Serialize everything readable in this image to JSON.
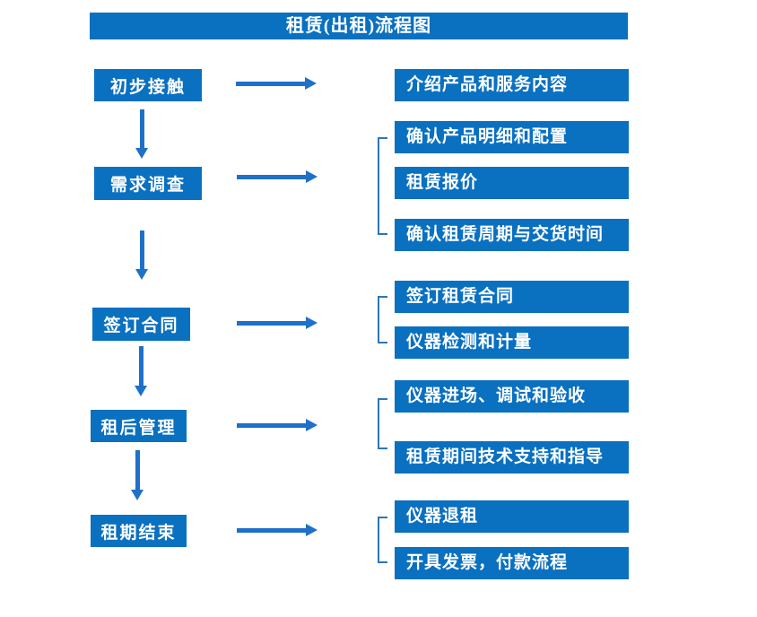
{
  "title": "租赁(出租)流程图",
  "colors": {
    "box_blue": "#0a70c0",
    "arrow_blue": "#1e70c8",
    "bracket_blue": "#2e75b6",
    "text_white": "#ffffff",
    "background": "#ffffff"
  },
  "stages": [
    {
      "label": "初步接触",
      "outputs": [
        "介绍产品和服务内容"
      ]
    },
    {
      "label": "需求调查",
      "outputs": [
        "确认产品明细和配置",
        "租赁报价",
        "确认租赁周期与交货时间"
      ]
    },
    {
      "label": "签订合同",
      "outputs": [
        "签订租赁合同",
        "仪器检测和计量"
      ]
    },
    {
      "label": "租后管理",
      "outputs": [
        "仪器进场、调试和验收",
        "租赁期间技术支持和指导"
      ]
    },
    {
      "label": "租期结束",
      "outputs": [
        "仪器退租",
        "开具发票，付款流程"
      ]
    }
  ]
}
